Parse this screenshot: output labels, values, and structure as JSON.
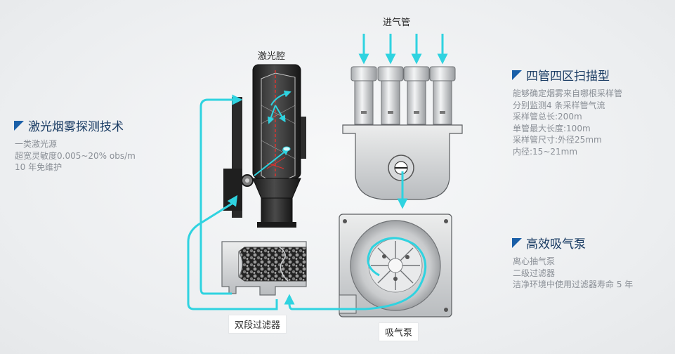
{
  "labels": {
    "inlet_pipe": "进气管",
    "laser_chamber": "激光腔",
    "dual_filter": "双段过滤器",
    "suction_pump": "吸气泵"
  },
  "sections": {
    "laser": {
      "title": "激光烟雾探测技术",
      "lines": [
        "一类激光源",
        "超宽灵敏度0.005~20% obs/m",
        "10 年免维护"
      ]
    },
    "scan": {
      "title": "四管四区扫描型",
      "lines": [
        "能够确定烟雾来自哪根采样管",
        "分别监测4 条采样管气流",
        "采样管总长:200m",
        "单管最大长度:100m",
        "采样管尺寸:外径25mm",
        "内径:15~21mm"
      ]
    },
    "pump": {
      "title": "高效吸气泵",
      "lines": [
        "离心抽气泵",
        "二级过滤器",
        "洁净环境中使用过滤器寿命 5 年"
      ]
    }
  },
  "colors": {
    "flow": "#2fd3e0",
    "accent": "#1a5fa8",
    "title": "#1a3c64",
    "body": "#8a8f96"
  }
}
